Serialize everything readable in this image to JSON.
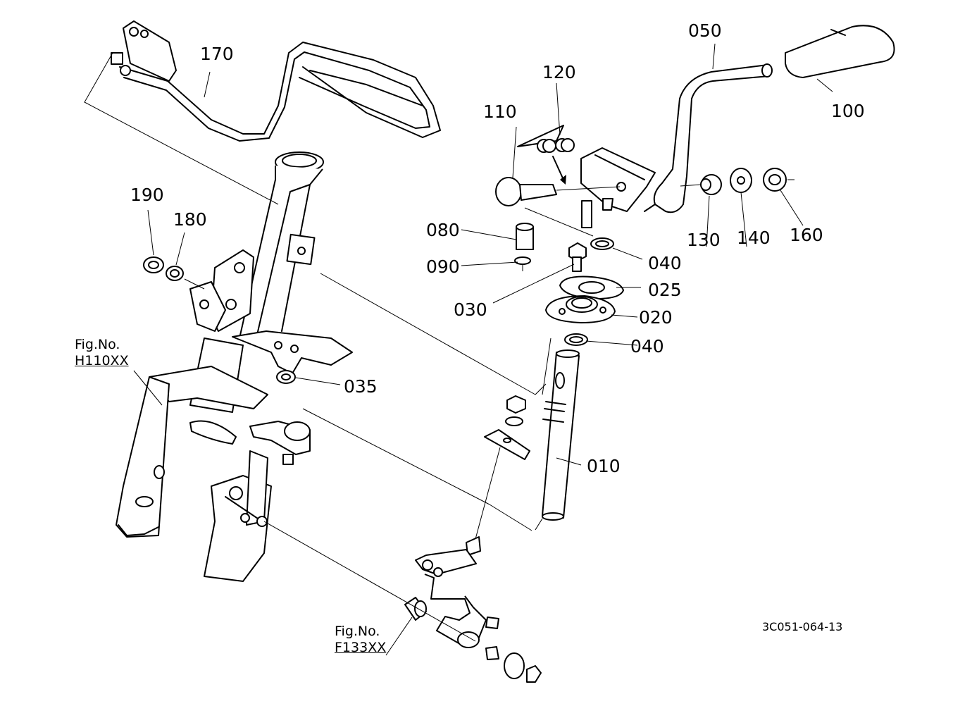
{
  "diagram": {
    "parts": [
      {
        "id": "p170",
        "text": "170"
      },
      {
        "id": "p050",
        "text": "050"
      },
      {
        "id": "p120",
        "text": "120"
      },
      {
        "id": "p100",
        "text": "100"
      },
      {
        "id": "p110",
        "text": "110"
      },
      {
        "id": "p190",
        "text": "190"
      },
      {
        "id": "p180",
        "text": "180"
      },
      {
        "id": "p080",
        "text": "080"
      },
      {
        "id": "p090",
        "text": "090"
      },
      {
        "id": "p130",
        "text": "130"
      },
      {
        "id": "p140",
        "text": "140"
      },
      {
        "id": "p160",
        "text": "160"
      },
      {
        "id": "p040a",
        "text": "040"
      },
      {
        "id": "p025",
        "text": "025"
      },
      {
        "id": "p030",
        "text": "030"
      },
      {
        "id": "p020",
        "text": "020"
      },
      {
        "id": "p040b",
        "text": "040"
      },
      {
        "id": "p035",
        "text": "035"
      },
      {
        "id": "p010",
        "text": "010"
      }
    ],
    "figure_refs": [
      {
        "caption": "Fig.No.",
        "ref": "H110XX"
      },
      {
        "caption": "Fig.No.",
        "ref": "F133XX"
      }
    ],
    "drawing_code": "3C051-064-13"
  }
}
